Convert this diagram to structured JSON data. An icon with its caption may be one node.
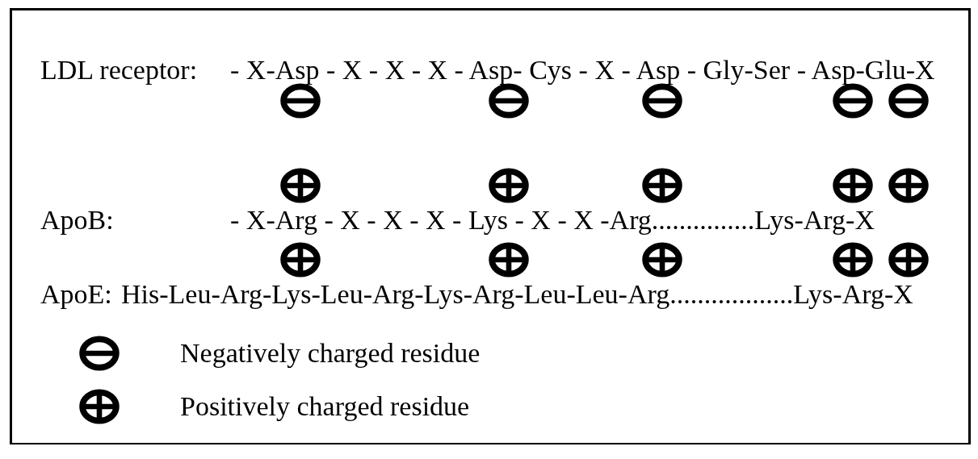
{
  "diagram": {
    "labels": [
      "LDL receptor:",
      "- X-Asp - X - X - X - Asp- Cys - X - Asp - Gly-Ser - Asp-Glu-X",
      "ApoB:",
      "- X-Arg - X - X - X - Lys - X - X -Arg...............Lys-Arg-X",
      "ApoE:",
      "His-Leu-Arg-Lys-Leu-Arg-Lys-Arg-Leu-Leu-Arg..................Lys-Arg-X"
    ],
    "legend": [
      {
        "text": "Negatively charged residue"
      },
      {
        "text": "Positively charged residue"
      }
    ]
  }
}
